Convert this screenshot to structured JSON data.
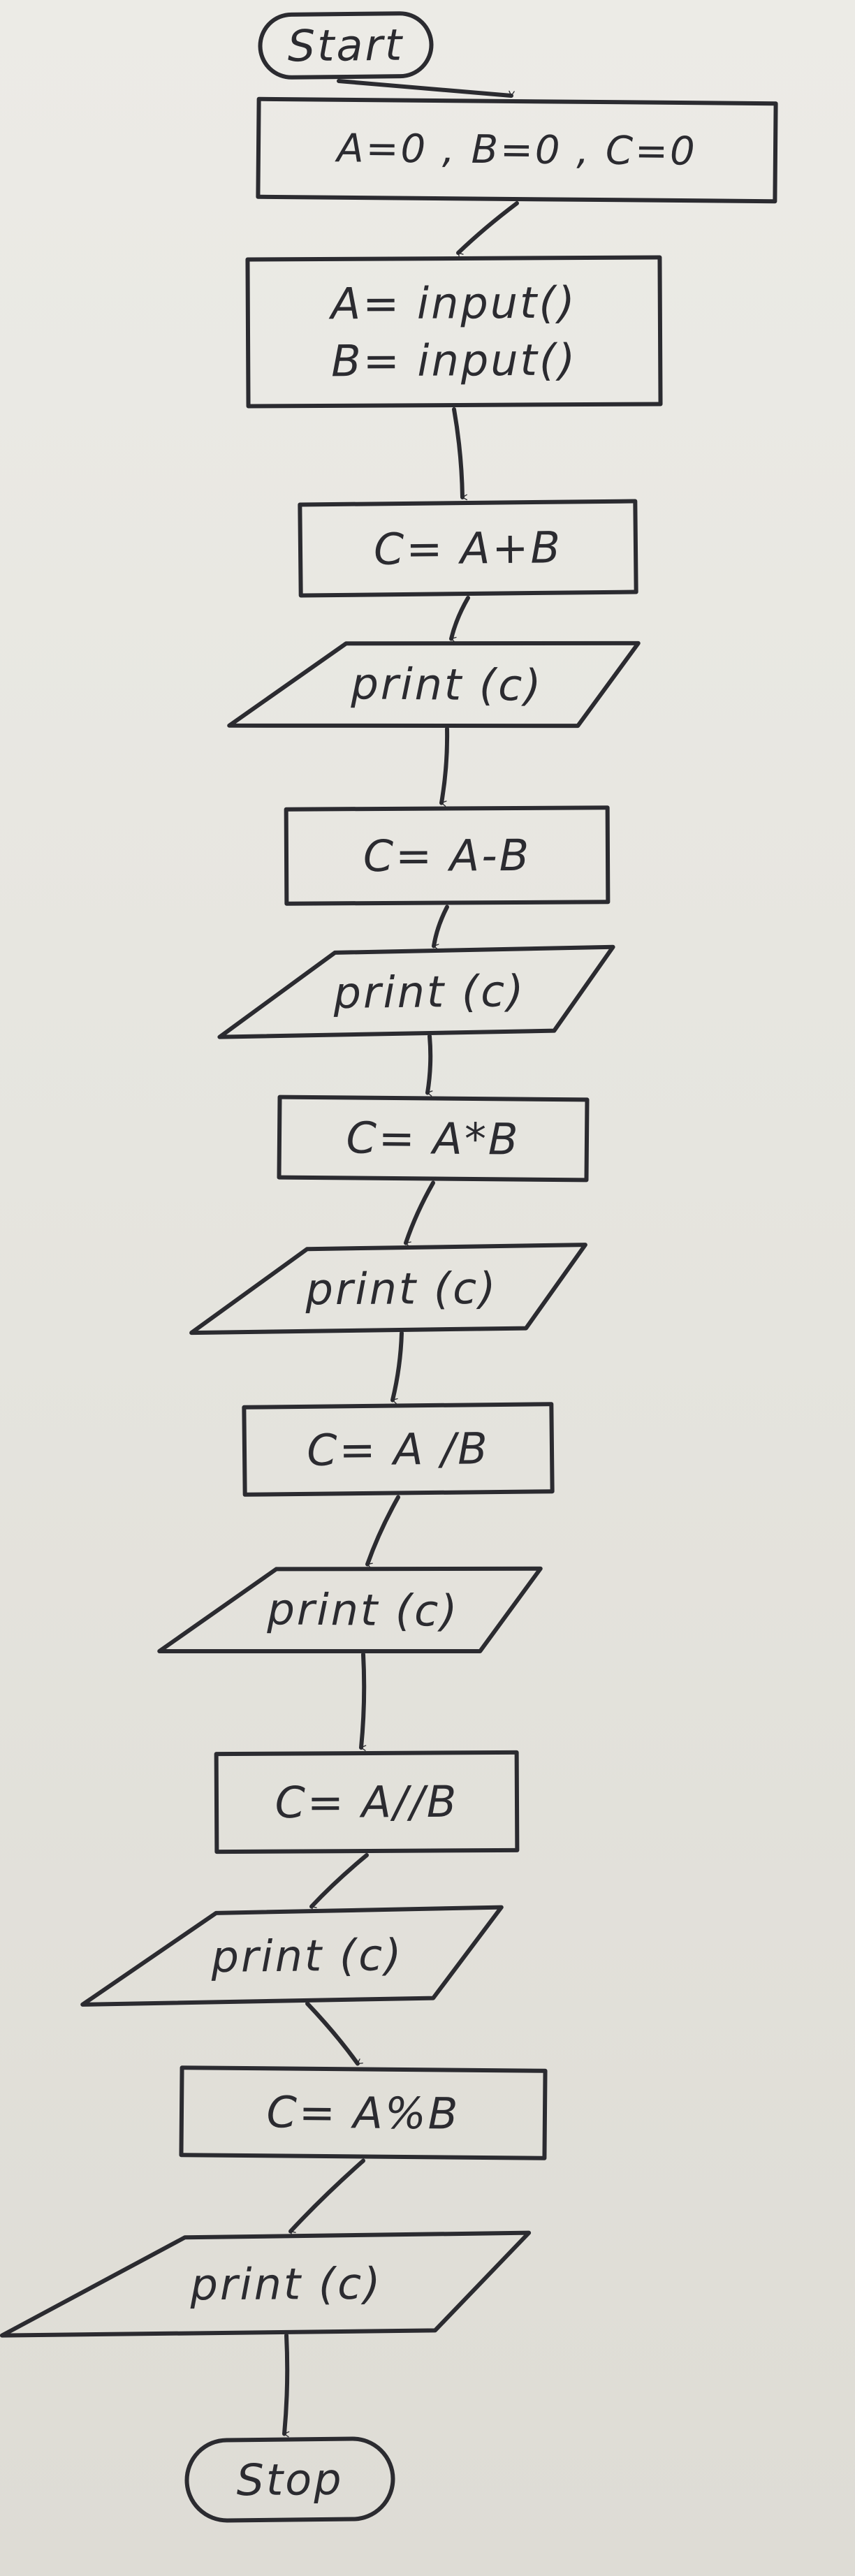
{
  "diagram": {
    "nodes": [
      {
        "id": "start",
        "shape": "terminal",
        "lines": [
          "Start"
        ]
      },
      {
        "id": "init",
        "shape": "process",
        "lines": [
          "A=0 , B=0 , C=0"
        ]
      },
      {
        "id": "inputs",
        "shape": "process",
        "lines": [
          "A= input()",
          "B= input()"
        ]
      },
      {
        "id": "add",
        "shape": "process",
        "lines": [
          "C= A+B"
        ]
      },
      {
        "id": "print1",
        "shape": "io",
        "lines": [
          "print (c)"
        ]
      },
      {
        "id": "sub",
        "shape": "process",
        "lines": [
          "C= A-B"
        ]
      },
      {
        "id": "print2",
        "shape": "io",
        "lines": [
          "print (c)"
        ]
      },
      {
        "id": "mul",
        "shape": "process",
        "lines": [
          "C= A*B"
        ]
      },
      {
        "id": "print3",
        "shape": "io",
        "lines": [
          "print (c)"
        ]
      },
      {
        "id": "div",
        "shape": "process",
        "lines": [
          "C= A /B"
        ]
      },
      {
        "id": "print4",
        "shape": "io",
        "lines": [
          "print (c)"
        ]
      },
      {
        "id": "floordiv",
        "shape": "process",
        "lines": [
          "C= A//B"
        ]
      },
      {
        "id": "print5",
        "shape": "io",
        "lines": [
          "print (c)"
        ]
      },
      {
        "id": "mod",
        "shape": "process",
        "lines": [
          "C= A%B"
        ]
      },
      {
        "id": "print6",
        "shape": "io",
        "lines": [
          "print (c)"
        ]
      },
      {
        "id": "stop",
        "shape": "terminal",
        "lines": [
          "Stop"
        ]
      }
    ],
    "edges": [
      [
        "start",
        "init"
      ],
      [
        "init",
        "inputs"
      ],
      [
        "inputs",
        "add"
      ],
      [
        "add",
        "print1"
      ],
      [
        "print1",
        "sub"
      ],
      [
        "sub",
        "print2"
      ],
      [
        "print2",
        "mul"
      ],
      [
        "mul",
        "print3"
      ],
      [
        "print3",
        "div"
      ],
      [
        "div",
        "print4"
      ],
      [
        "print4",
        "floordiv"
      ],
      [
        "floordiv",
        "print5"
      ],
      [
        "print5",
        "mod"
      ],
      [
        "mod",
        "print6"
      ],
      [
        "print6",
        "stop"
      ]
    ]
  }
}
